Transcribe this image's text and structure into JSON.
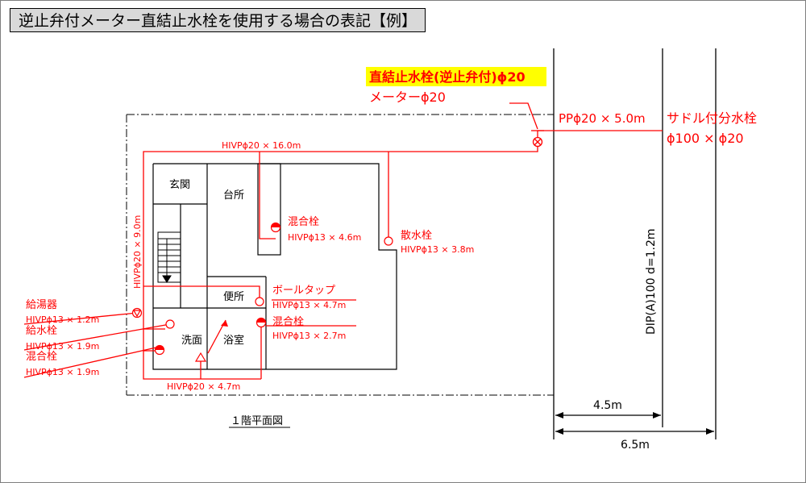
{
  "title": "逆止弁付メーター直結止水栓を使用する場合の表記【例】",
  "plan_caption": "１階平面図",
  "rooms": {
    "entrance": "玄関",
    "kitchen": "台所",
    "toilet": "便所",
    "washroom": "洗面",
    "bathroom": "浴室"
  },
  "callouts": {
    "main_valve": "直結止水栓(逆止弁付)ϕ20",
    "meter": "メーターϕ20",
    "service_pipe": "PPϕ20 × 5.0m",
    "saddle_tap_1": "サドル付分水栓",
    "saddle_tap_2": "ϕ100 × ϕ20",
    "main_pipe": "DIP(A)100 d=1.2m"
  },
  "fixtures": {
    "kitchen_mixer_name": "混合栓",
    "kitchen_mixer_pipe": "HIVPϕ13 × 4.6m",
    "garden_tap_name": "散水栓",
    "garden_tap_pipe": "HIVPϕ13 × 3.8m",
    "ball_tap_name": "ボールタップ",
    "ball_tap_pipe": "HIVPϕ13 × 4.7m",
    "bath_mixer_name": "混合栓",
    "bath_mixer_pipe": "HIVPϕ13 × 2.7m",
    "water_heater_name": "給湯器",
    "water_heater_pipe": "HIVPϕ13 × 1.2m",
    "sink_tap_name": "給水栓",
    "sink_tap_pipe": "HIVPϕ13 × 1.9m",
    "sink_mixer_name": "混合栓",
    "sink_mixer_pipe": "HIVPϕ13 × 1.9m"
  },
  "pipes": {
    "top_run": "HIVPϕ20 × 16.0m",
    "left_riser": "HIVPϕ20 × 9.0m",
    "bottom_run": "HIVPϕ20 × 4.7m"
  },
  "dimensions": {
    "short": "4.5m",
    "long": "6.5m"
  },
  "colors": {
    "pipe": "#ff0000",
    "highlight": "#ffff00",
    "line": "#000000"
  }
}
